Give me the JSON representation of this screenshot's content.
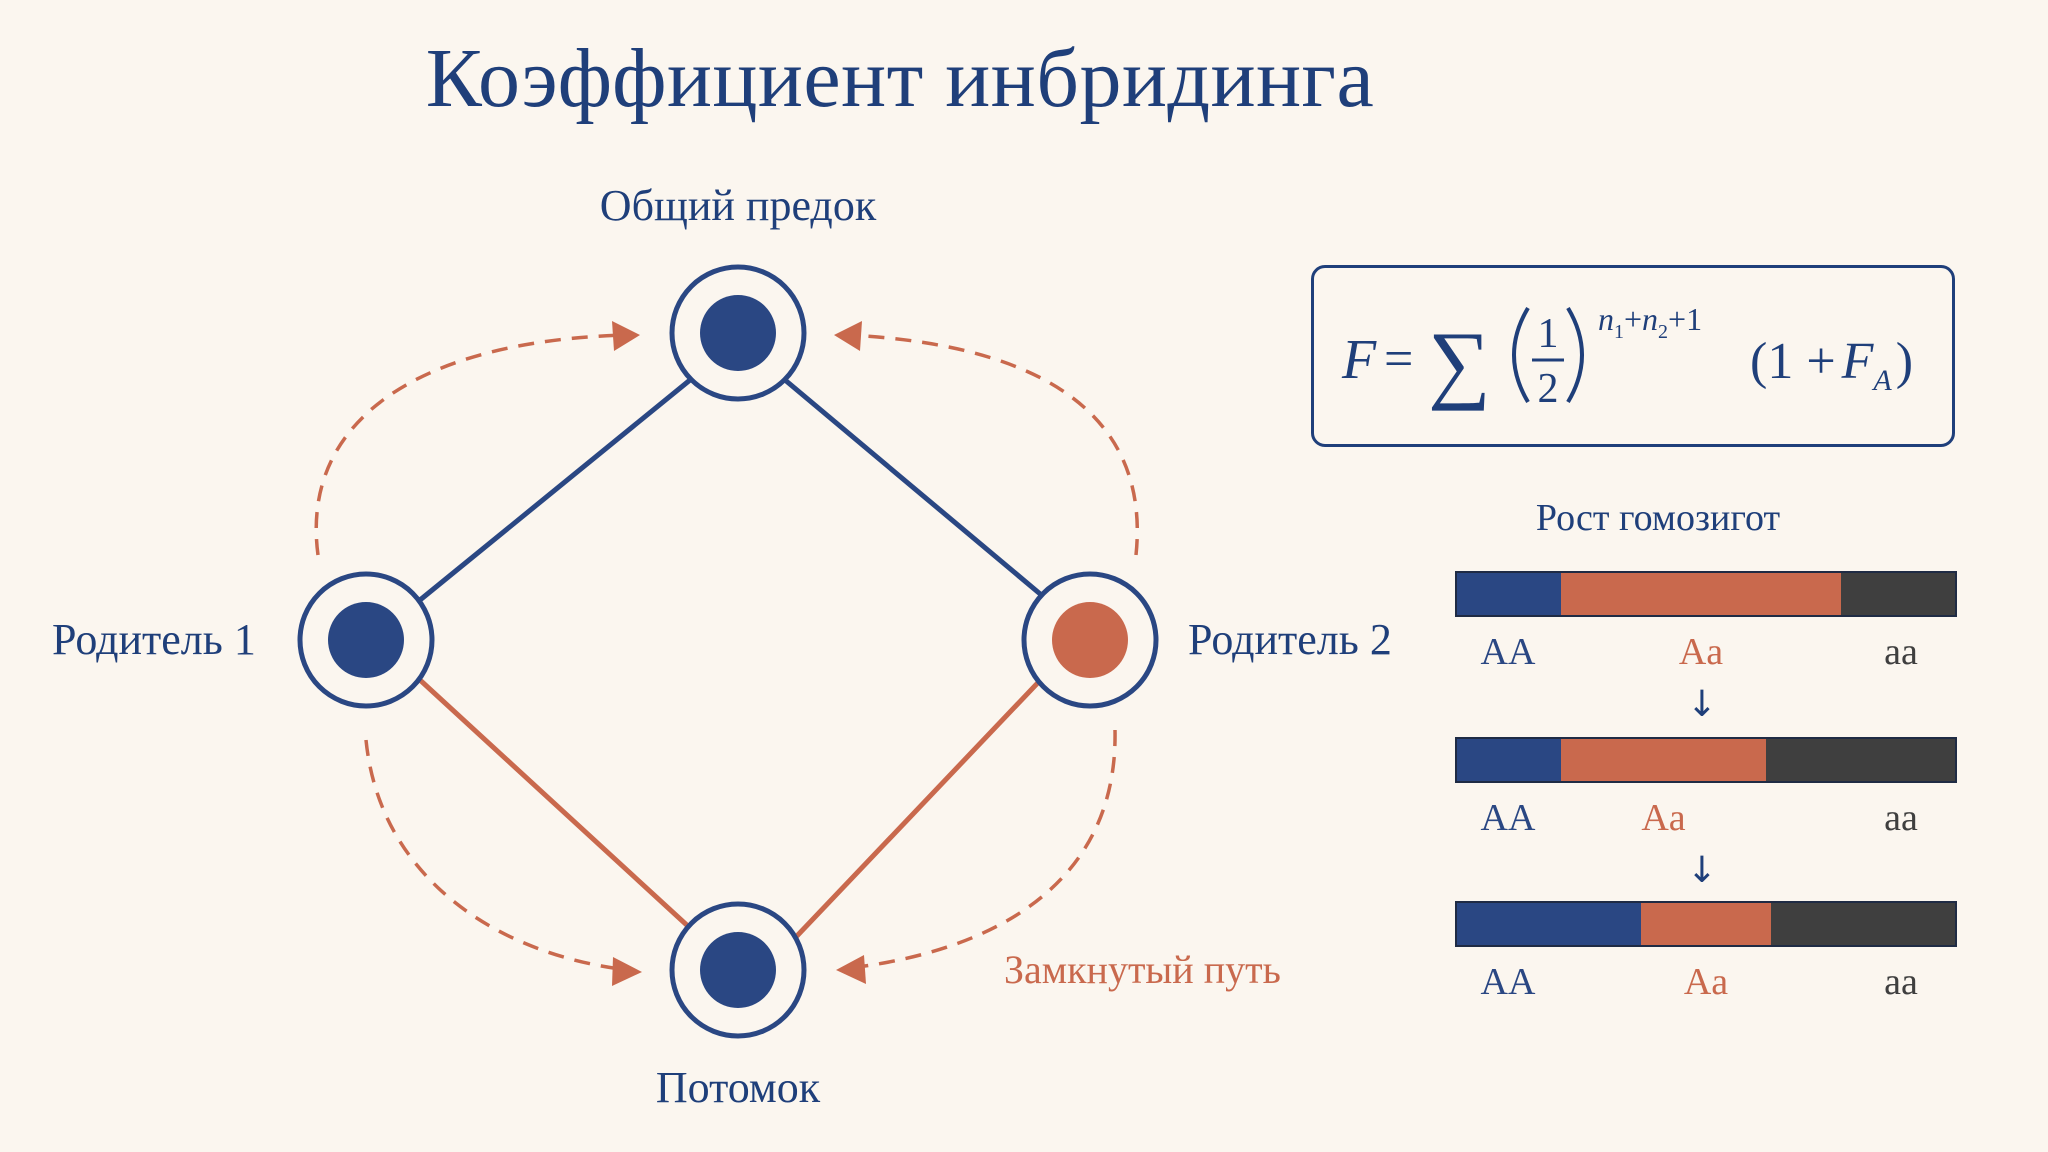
{
  "title": "Коэффициент инбридинга",
  "nodes": {
    "ancestor": "Общий предок",
    "parent1": "Родитель 1",
    "parent2": "Родитель 2",
    "offspring": "Потомок"
  },
  "loop_label": "Замкнутый путь",
  "formula": {
    "lhs": "F",
    "eq": "=",
    "sum": "∑",
    "num": "1",
    "den": "2",
    "exp_n1": "n",
    "exp_n1_sub": "1",
    "exp_plus1": "+",
    "exp_n2": "n",
    "exp_n2_sub": "2",
    "exp_plus2": "+1",
    "tail_open": "(1 +",
    "tail_F": "F",
    "tail_sub": "A",
    "tail_close": ")"
  },
  "homozygote": {
    "title": "Рост гомозигот",
    "arrow": "↓",
    "bars": [
      {
        "AA": 0.21,
        "Aa": 0.56,
        "aa": 0.23,
        "labels": [
          "AA",
          "Aa",
          "aa"
        ]
      },
      {
        "AA": 0.21,
        "Aa": 0.41,
        "aa": 0.38,
        "labels": [
          "AA",
          "Aa",
          "aa"
        ]
      },
      {
        "AA": 0.37,
        "Aa": 0.26,
        "aa": 0.37,
        "labels": [
          "AA",
          "Aa",
          "aa"
        ]
      }
    ]
  },
  "colors": {
    "blue": "#2a4783",
    "orange": "#c9694d",
    "dark": "#3f3f3f",
    "background": "#fbf6ef"
  }
}
